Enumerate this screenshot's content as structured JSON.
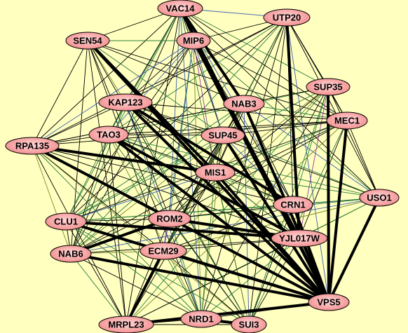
{
  "background_color": "#ffffc0",
  "node_fill_center": "#ffd8d8",
  "node_fill_edge": "#f28a8a",
  "node_border_color": "#000000",
  "edge_colors": [
    "#000000",
    "#2a7d3a",
    "#3a5fb0",
    "#9a3aa0",
    "#7a8a2a"
  ],
  "network": {
    "nodes": [
      {
        "id": "VAC14",
        "label": "VAC14"
      },
      {
        "id": "UTP20",
        "label": "UTP20"
      },
      {
        "id": "SEN54",
        "label": "SEN54"
      },
      {
        "id": "MIP6",
        "label": "MIP6"
      },
      {
        "id": "SUP35",
        "label": "SUP35"
      },
      {
        "id": "KAP123",
        "label": "KAP123"
      },
      {
        "id": "NAB3",
        "label": "NAB3"
      },
      {
        "id": "MEC1",
        "label": "MEC1"
      },
      {
        "id": "TAO3",
        "label": "TAO3"
      },
      {
        "id": "SUP45",
        "label": "SUP45"
      },
      {
        "id": "RPA135",
        "label": "RPA135"
      },
      {
        "id": "MIS1",
        "label": "MIS1"
      },
      {
        "id": "USO1",
        "label": "USO1"
      },
      {
        "id": "CRN1",
        "label": "CRN1"
      },
      {
        "id": "CLU1",
        "label": "CLU1"
      },
      {
        "id": "ROM2",
        "label": "ROM2"
      },
      {
        "id": "YJL017W",
        "label": "YJL017W"
      },
      {
        "id": "NAB6",
        "label": "NAB6"
      },
      {
        "id": "ECM29",
        "label": "ECM29"
      },
      {
        "id": "VPS5",
        "label": "VPS5"
      },
      {
        "id": "MRPL23",
        "label": "MRPL23"
      },
      {
        "id": "NRD1",
        "label": "NRD1"
      },
      {
        "id": "SUI3",
        "label": "SUI3"
      }
    ],
    "thick_edges": [
      [
        "SEN54",
        "VPS5"
      ],
      [
        "MIP6",
        "VPS5"
      ],
      [
        "MIP6",
        "YJL017W"
      ],
      [
        "VAC14",
        "NAB3"
      ],
      [
        "UTP20",
        "YJL017W"
      ],
      [
        "KAP123",
        "VPS5"
      ],
      [
        "KAP123",
        "CRN1"
      ],
      [
        "TAO3",
        "VPS5"
      ],
      [
        "TAO3",
        "YJL017W"
      ],
      [
        "RPA135",
        "VPS5"
      ],
      [
        "RPA135",
        "MIS1"
      ],
      [
        "MIS1",
        "VPS5"
      ],
      [
        "CLU1",
        "VPS5"
      ],
      [
        "NAB6",
        "VPS5"
      ],
      [
        "NAB6",
        "ROM2"
      ],
      [
        "ECM29",
        "VPS5"
      ],
      [
        "MRPL23",
        "ECM29"
      ],
      [
        "MRPL23",
        "VPS5"
      ],
      [
        "SUP45",
        "VPS5"
      ],
      [
        "NAB3",
        "VPS5"
      ],
      [
        "MEC1",
        "VPS5"
      ],
      [
        "USO1",
        "VPS5"
      ],
      [
        "CRN1",
        "VPS5"
      ],
      [
        "SUP35",
        "VPS5"
      ],
      [
        "NRD1",
        "SUI3"
      ],
      [
        "ROM2",
        "YJL017W"
      ],
      [
        "CLU1",
        "YJL017W"
      ],
      [
        "SEN54",
        "MIS1"
      ],
      [
        "VAC14",
        "VPS5"
      ]
    ]
  }
}
